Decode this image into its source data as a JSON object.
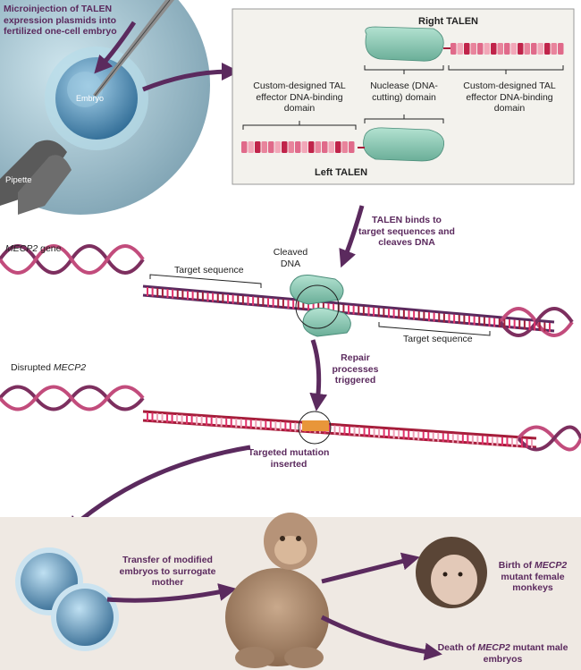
{
  "panel1": {
    "microinjection_title": "Microinjection of TALEN expression plasmids into fertilized one-cell embryo",
    "embryo_label": "Embryo",
    "pipette_label": "Pipette"
  },
  "talen_box": {
    "right_talen": "Right TALEN",
    "left_talen": "Left TALEN",
    "tal_domain_left": "Custom-designed TAL effector DNA-binding domain",
    "nuclease_domain": "Nuclease (DNA-cutting) domain",
    "tal_domain_right": "Custom-designed TAL effector DNA-binding domain"
  },
  "panel2": {
    "gene_name": "MECP2",
    "gene_suffix": " gene",
    "talen_binds": "TALEN binds to target sequences and cleaves DNA",
    "target_sequence_left": "Target sequence",
    "target_sequence_right": "Target sequence",
    "cleaved_dna": "Cleaved DNA"
  },
  "panel3": {
    "disrupted_prefix": "Disrupted ",
    "gene_name": "MECP2",
    "repair": "Repair processes triggered",
    "targeted_mutation": "Targeted mutation inserted"
  },
  "panel4": {
    "transfer": "Transfer of modified embryos to surrogate mother",
    "birth_prefix": "Birth of ",
    "birth_gene": "MECP2",
    "birth_suffix": " mutant female monkeys",
    "death_prefix": "Death of ",
    "death_gene": "MECP2",
    "death_suffix": " mutant male embryos"
  },
  "colors": {
    "arrow_purple": "#5b2a5e",
    "dna_pink": "#e0336b",
    "dna_dark_red": "#a51d3a",
    "nuclease_teal": "#8fcdb8",
    "mutation_orange": "#e8963a",
    "bottom_panel_bg": "#efe9e3",
    "talen_box_bg": "#f3f2ed"
  }
}
